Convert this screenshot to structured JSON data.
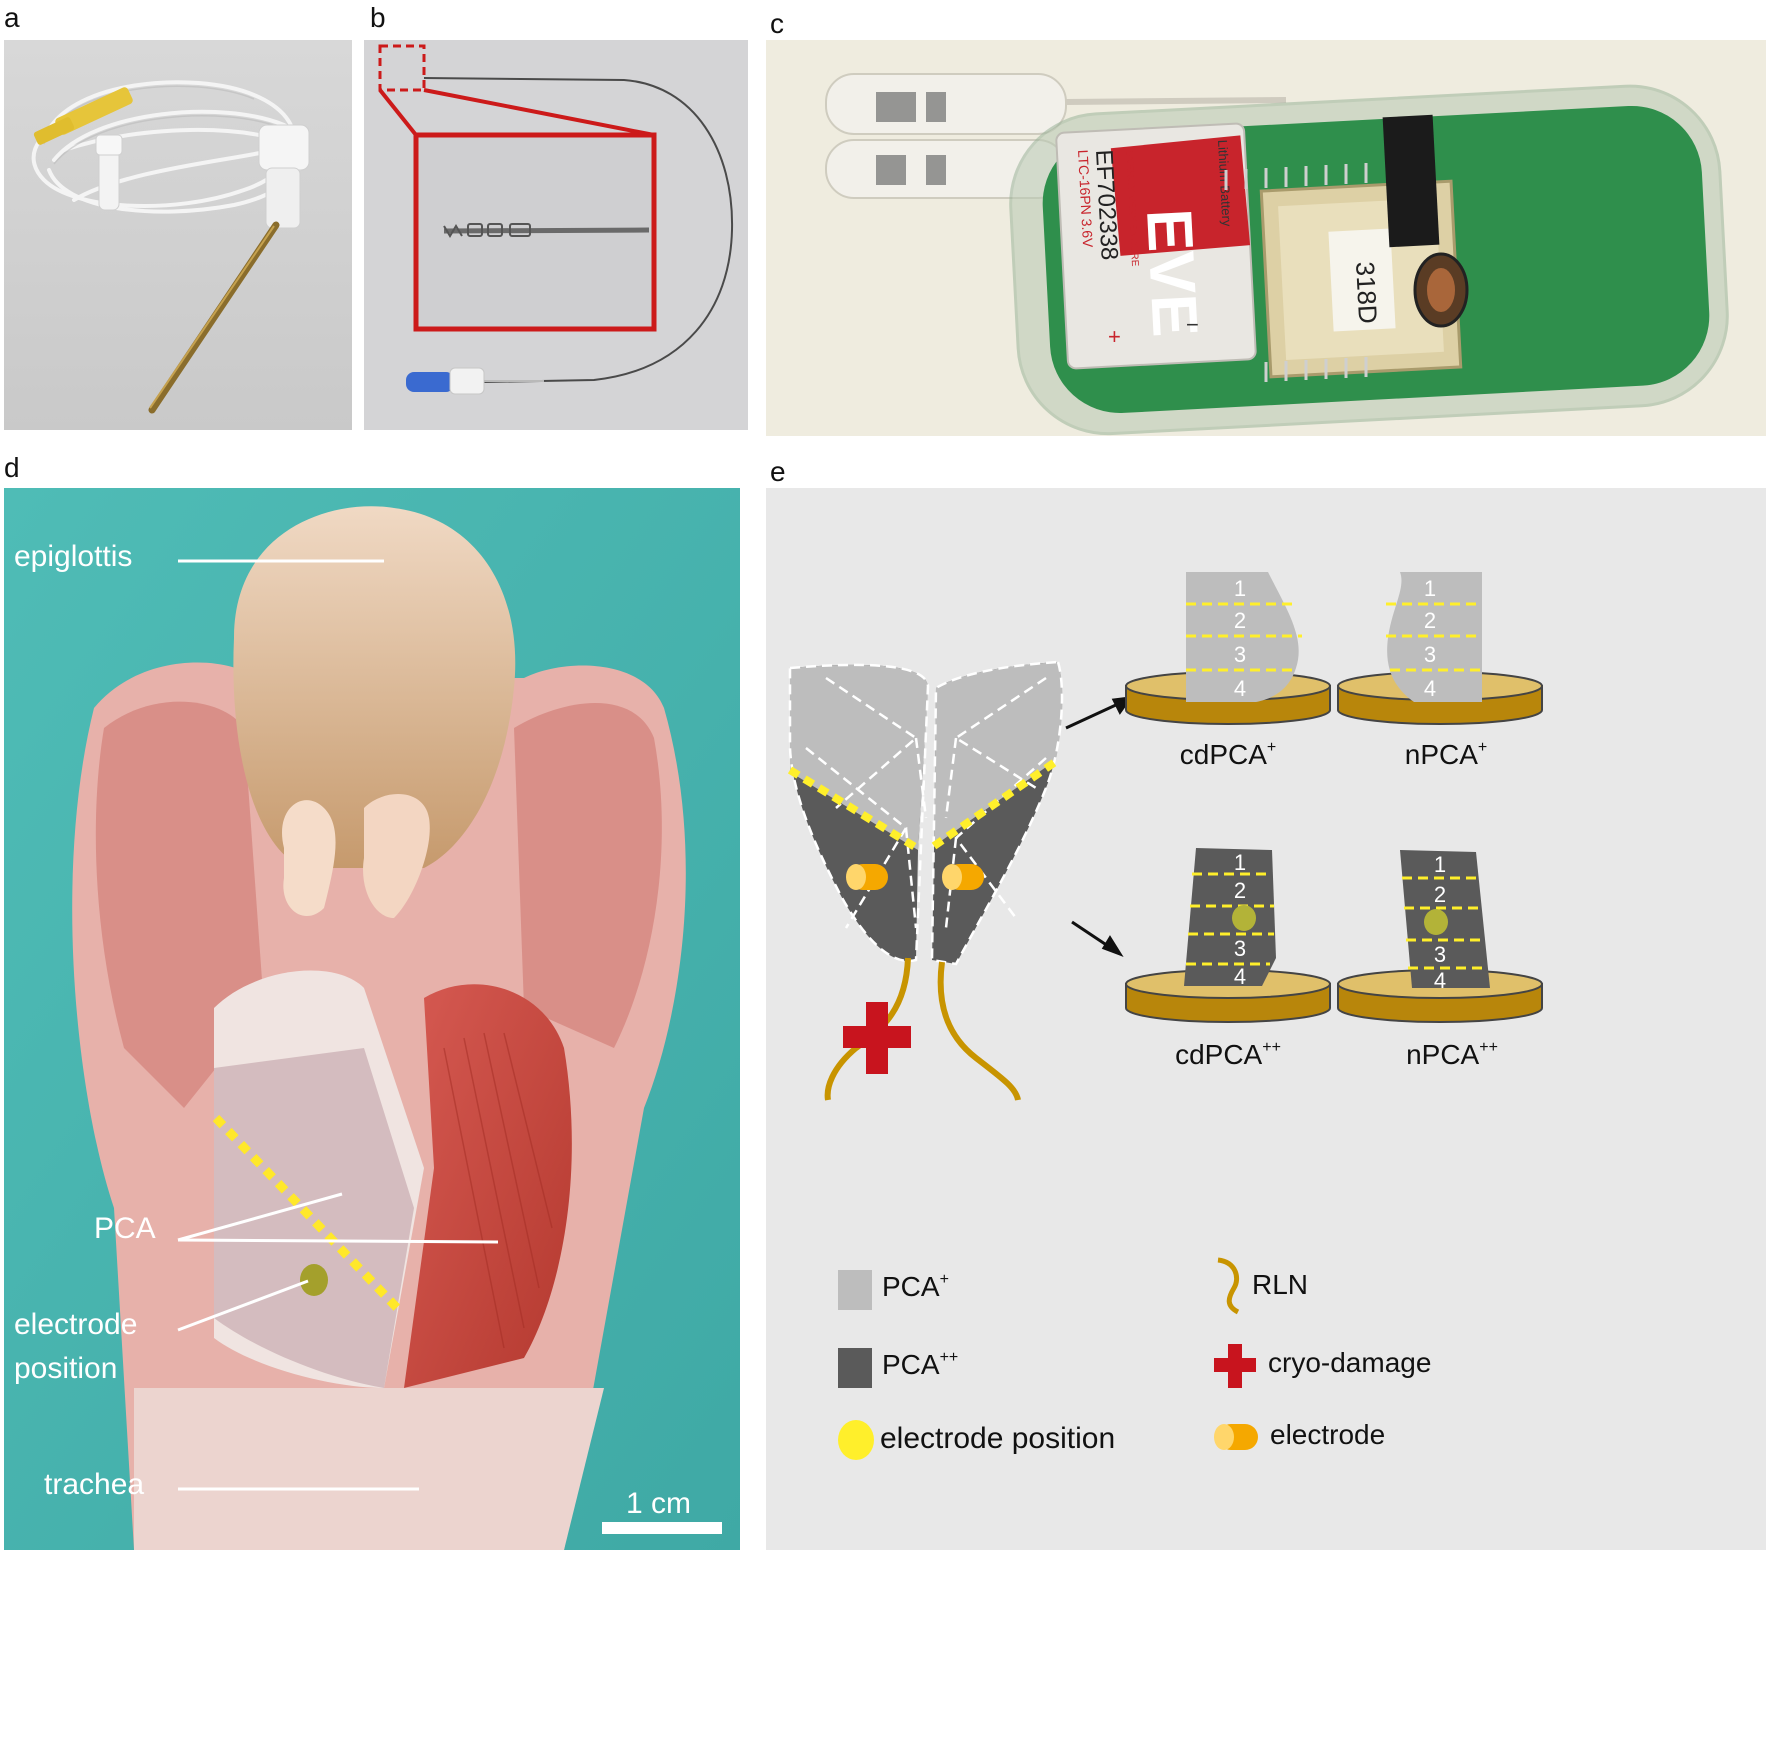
{
  "panels": {
    "a": {
      "label": "a"
    },
    "b": {
      "label": "b"
    },
    "c": {
      "label": "c",
      "battery": {
        "brand": "EVE",
        "line1": "Lithium Battery",
        "line2": "ENERGY VERY ENDURE",
        "model": "EF702338",
        "spec": "LTC-16PN  3.6V",
        "plus": "+",
        "minus": "−"
      },
      "chip": "318D"
    },
    "d": {
      "label": "d",
      "labels": {
        "epiglottis": "epiglottis",
        "pca": "PCA",
        "electrode1": "electrode",
        "electrode2": "position",
        "trachea": "trachea",
        "scale": "1 cm"
      }
    },
    "e": {
      "label": "e",
      "samples": [
        {
          "name": "cdPCA",
          "sup": "+"
        },
        {
          "name": "nPCA",
          "sup": "+"
        },
        {
          "name": "cdPCA",
          "sup": "++"
        },
        {
          "name": "nPCA",
          "sup": "++"
        }
      ],
      "segments": [
        "1",
        "2",
        "3",
        "4"
      ],
      "legend": {
        "pca_plus": {
          "name": "PCA",
          "sup": "+"
        },
        "pca_plusplus": {
          "name": "PCA",
          "sup": "++"
        },
        "electrode_position": "electrode position",
        "rln": "RLN",
        "cryo": "cryo-damage",
        "electrode": "electrode"
      }
    }
  },
  "colors": {
    "pca_plus": "#bdbdbd",
    "pca_plusplus": "#5a5a5a",
    "dash_yellow": "#ffef2b",
    "nerve": "#c89400",
    "cryo_red": "#c8141e",
    "disc": "#c49a28",
    "electrode_orange": "#f5a800",
    "panel_e_bg": "#e8e8e8",
    "drape_teal": "#5ec9c3"
  }
}
